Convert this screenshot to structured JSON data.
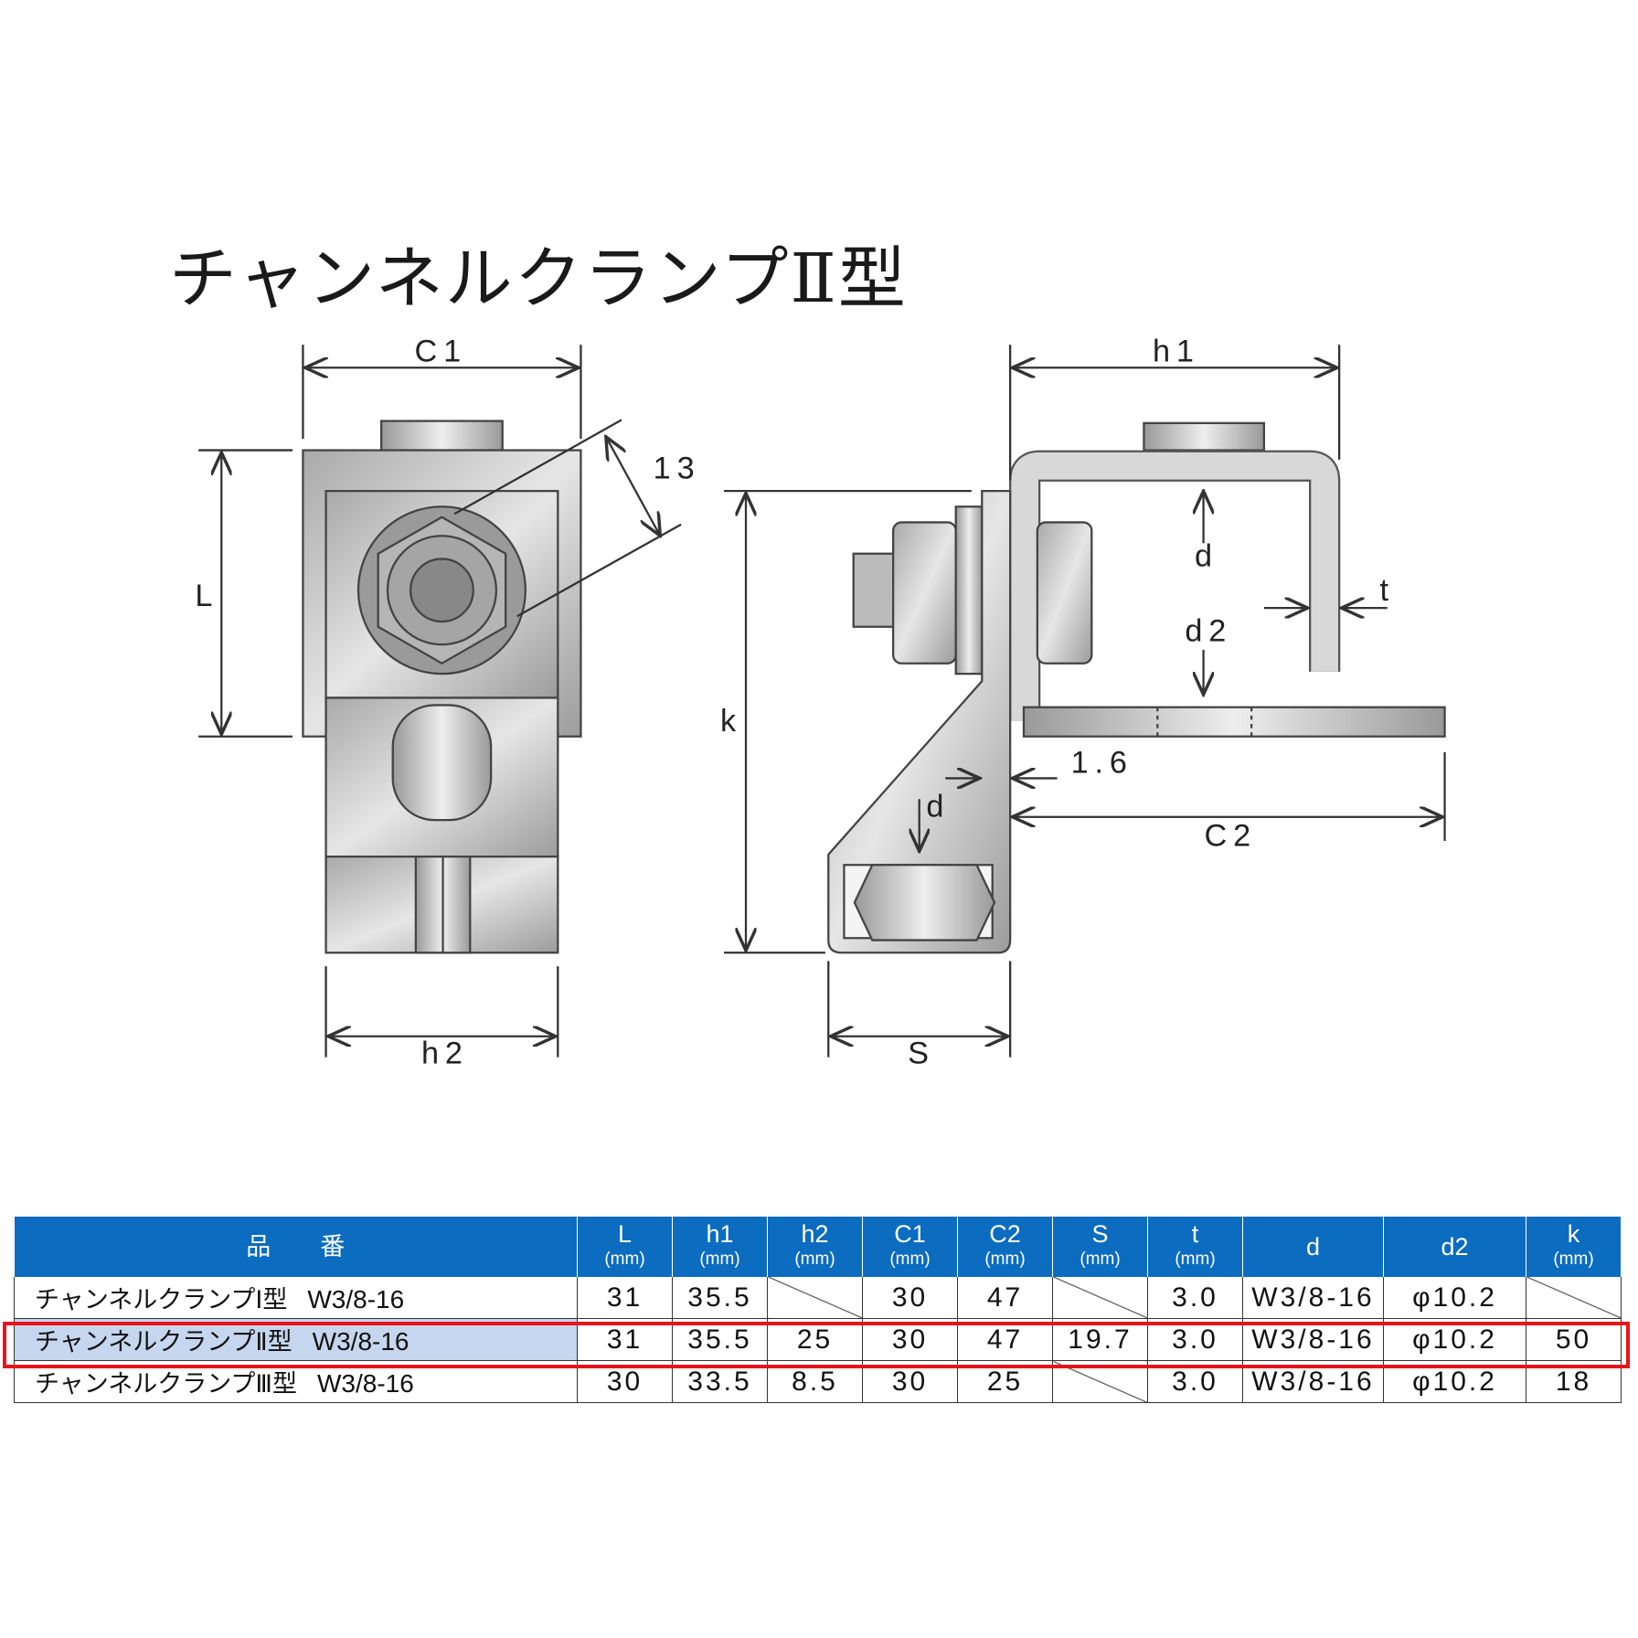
{
  "title": "チャンネルクランプⅡ型",
  "diagram_labels": {
    "C1": "C1",
    "L": "L",
    "d13": "13",
    "h2": "h2",
    "h1": "h1",
    "k": "k",
    "d": "d",
    "d2": "d2",
    "t": "t",
    "t16": "1.6",
    "C2": "C2",
    "d_lower": "d",
    "S": "S"
  },
  "table": {
    "header_name": "品　　番",
    "columns": [
      {
        "label": "L",
        "unit": "(mm)"
      },
      {
        "label": "h1",
        "unit": "(mm)"
      },
      {
        "label": "h2",
        "unit": "(mm)"
      },
      {
        "label": "C1",
        "unit": "(mm)"
      },
      {
        "label": "C2",
        "unit": "(mm)"
      },
      {
        "label": "S",
        "unit": "(mm)"
      },
      {
        "label": "t",
        "unit": "(mm)"
      },
      {
        "label": "d",
        "unit": ""
      },
      {
        "label": "d2",
        "unit": ""
      },
      {
        "label": "k",
        "unit": "(mm)"
      }
    ],
    "rows": [
      {
        "name": "チャンネルクランプⅠ型",
        "code": "W3/8-16",
        "values": [
          "31",
          "35.5",
          "",
          "30",
          "47",
          "",
          "3.0",
          "W3/8-16",
          "φ10.2",
          ""
        ],
        "highlighted": false
      },
      {
        "name": "チャンネルクランプⅡ型",
        "code": "W3/8-16",
        "values": [
          "31",
          "35.5",
          "25",
          "30",
          "47",
          "19.7",
          "3.0",
          "W3/8-16",
          "φ10.2",
          "50"
        ],
        "highlighted": true
      },
      {
        "name": "チャンネルクランプⅢ型",
        "code": "W3/8-16",
        "values": [
          "30",
          "33.5",
          "8.5",
          "30",
          "25",
          "",
          "3.0",
          "W3/8-16",
          "φ10.2",
          "18"
        ],
        "highlighted": false
      }
    ]
  },
  "colors": {
    "header": "#0b6cc0",
    "highlight_border": "#e8141b",
    "highlight_fill": "#c6d6ee"
  }
}
